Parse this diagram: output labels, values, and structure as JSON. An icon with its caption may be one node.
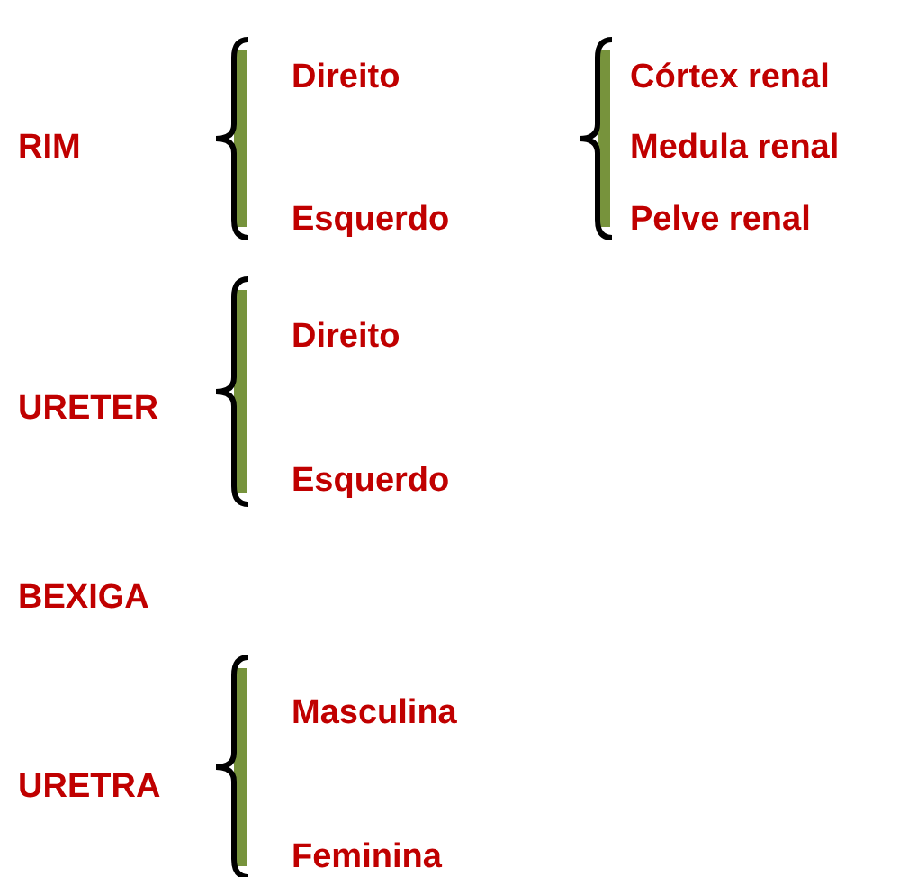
{
  "diagram": {
    "labels": [
      "RIM",
      "Direito",
      "Esquerdo",
      "Córtex renal",
      "Medula renal",
      "Pelve renal",
      "URETER",
      "Direito",
      "Esquerdo",
      "BEXIGA",
      "URETRA",
      "Masculina",
      "Feminina"
    ]
  }
}
